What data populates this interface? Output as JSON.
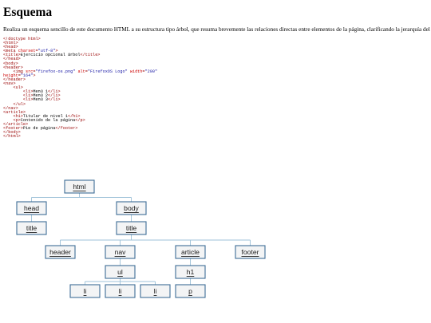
{
  "heading": "Esquema",
  "description": "Realiza un esquema sencillo de este documento HTML a su estructura tipo árbol, que resuma brevemente las relaciones directas entre elementos de la página, clarificando la jerarquía del árbol.",
  "code_lines": [
    [
      [
        "tag",
        "<!doctype html>"
      ]
    ],
    [
      [
        "tag",
        "<html>"
      ]
    ],
    [
      [
        "tag",
        "<head>"
      ]
    ],
    [
      [
        "tag",
        "<meta "
      ],
      [
        "attr",
        "charset"
      ],
      [
        "tag",
        "="
      ],
      [
        "val",
        "\"utf-8\""
      ],
      [
        "tag",
        ">"
      ]
    ],
    [
      [
        "tag",
        "<title>"
      ],
      [
        "txt",
        "Ejercicio opcional árbol"
      ],
      [
        "tag",
        "</title>"
      ]
    ],
    [
      [
        "tag",
        "</head>"
      ]
    ],
    [
      [
        "tag",
        "<body>"
      ]
    ],
    [
      [
        "tag",
        "<header>"
      ]
    ],
    [
      [
        "txt",
        "    "
      ],
      [
        "tag",
        "<img "
      ],
      [
        "attr",
        "src"
      ],
      [
        "tag",
        "="
      ],
      [
        "val",
        "\"firefox-os.png\""
      ],
      [
        "tag",
        " "
      ],
      [
        "attr",
        "alt"
      ],
      [
        "tag",
        "="
      ],
      [
        "val",
        "\"FirefoxOS Logo\""
      ],
      [
        "tag",
        " "
      ],
      [
        "attr",
        "width"
      ],
      [
        "tag",
        "="
      ],
      [
        "val",
        "\"200\""
      ]
    ],
    [
      [
        "attr",
        "height"
      ],
      [
        "tag",
        "="
      ],
      [
        "val",
        "\"164\""
      ],
      [
        "tag",
        ">"
      ]
    ],
    [
      [
        "tag",
        "</header>"
      ]
    ],
    [
      [
        "tag",
        "<nav>"
      ]
    ],
    [
      [
        "txt",
        "    "
      ],
      [
        "tag",
        "<ul>"
      ]
    ],
    [
      [
        "txt",
        "        "
      ],
      [
        "tag",
        "<li>"
      ],
      [
        "txt",
        "Menú 1"
      ],
      [
        "tag",
        "</li>"
      ]
    ],
    [
      [
        "txt",
        "        "
      ],
      [
        "tag",
        "<li>"
      ],
      [
        "txt",
        "Menú 2"
      ],
      [
        "tag",
        "</li>"
      ]
    ],
    [
      [
        "txt",
        "        "
      ],
      [
        "tag",
        "<li>"
      ],
      [
        "txt",
        "Menú 3"
      ],
      [
        "tag",
        "</li>"
      ]
    ],
    [
      [
        "txt",
        "    "
      ],
      [
        "tag",
        "</ul>"
      ]
    ],
    [
      [
        "tag",
        "</nav>"
      ]
    ],
    [
      [
        "tag",
        "<article>"
      ]
    ],
    [
      [
        "txt",
        "    "
      ],
      [
        "tag",
        "<h1>"
      ],
      [
        "txt",
        "Titular de nivel 1"
      ],
      [
        "tag",
        "</h1>"
      ]
    ],
    [
      [
        "txt",
        "    "
      ],
      [
        "tag",
        "<p>"
      ],
      [
        "txt",
        "Contenido de la página"
      ],
      [
        "tag",
        "</p>"
      ]
    ],
    [
      [
        "tag",
        "</article>"
      ]
    ],
    [
      [
        "tag",
        "<footer>"
      ],
      [
        "txt",
        "Pie de página"
      ],
      [
        "tag",
        "</footer>"
      ]
    ],
    [
      [
        "tag",
        "</body>"
      ]
    ],
    [
      [
        "tag",
        "</html>"
      ]
    ]
  ],
  "tree": {
    "nodes": [
      {
        "id": "html",
        "label": "html"
      },
      {
        "id": "head",
        "label": "head"
      },
      {
        "id": "body",
        "label": "body"
      },
      {
        "id": "head-title",
        "label": "title"
      },
      {
        "id": "body-title",
        "label": "title"
      },
      {
        "id": "header",
        "label": "header"
      },
      {
        "id": "nav",
        "label": "nav"
      },
      {
        "id": "article",
        "label": "article"
      },
      {
        "id": "footer",
        "label": "footer"
      },
      {
        "id": "ul",
        "label": "ul"
      },
      {
        "id": "h1",
        "label": "h1"
      },
      {
        "id": "li-1",
        "label": "li"
      },
      {
        "id": "li-2",
        "label": "li"
      },
      {
        "id": "li-3",
        "label": "li"
      },
      {
        "id": "p",
        "label": "p"
      }
    ],
    "edges": [
      [
        "html",
        "head"
      ],
      [
        "html",
        "body"
      ],
      [
        "head",
        "head-title"
      ],
      [
        "body",
        "body-title"
      ],
      [
        "body-title",
        "header"
      ],
      [
        "body-title",
        "nav"
      ],
      [
        "body-title",
        "article"
      ],
      [
        "body-title",
        "footer"
      ],
      [
        "nav",
        "ul"
      ],
      [
        "article",
        "h1"
      ],
      [
        "ul",
        "li-1"
      ],
      [
        "ul",
        "li-2"
      ],
      [
        "ul",
        "li-3"
      ],
      [
        "h1",
        "p"
      ]
    ]
  }
}
